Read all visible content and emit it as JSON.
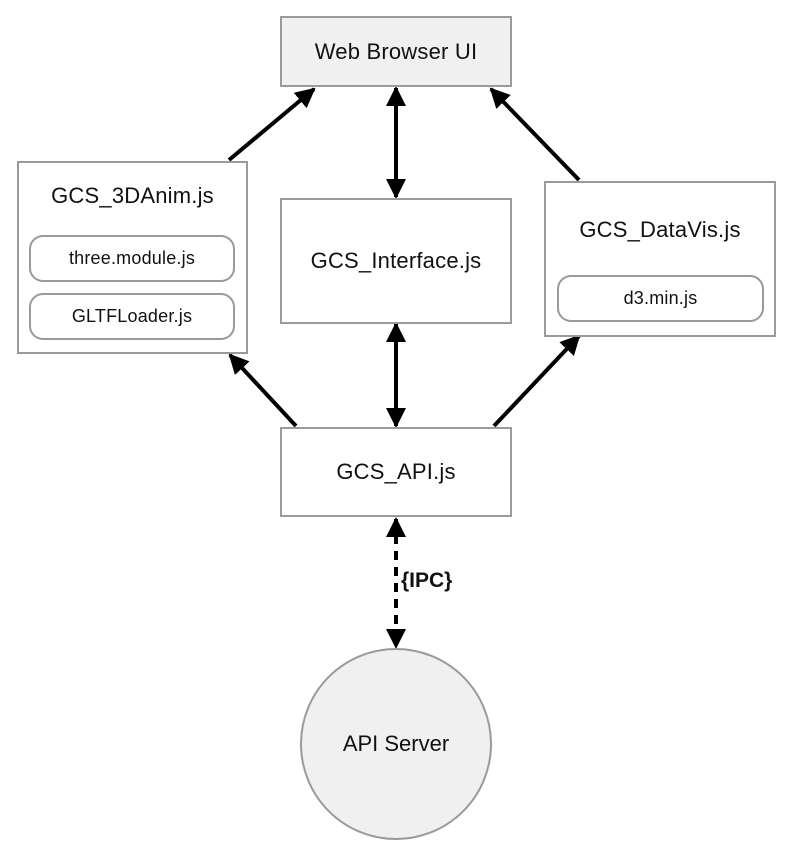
{
  "nodes": {
    "browser_ui": "Web Browser UI",
    "anim3d": {
      "title": "GCS_3DAnim.js",
      "libs": [
        "three.module.js",
        "GLTFLoader.js"
      ]
    },
    "interface": "GCS_Interface.js",
    "datavis": {
      "title": "GCS_DataVis.js",
      "libs": [
        "d3.min.js"
      ]
    },
    "api": "GCS_API.js",
    "server": "API Server"
  },
  "edges": [
    {
      "from": "GCS_3DAnim.js",
      "to": "Web Browser UI",
      "style": "solid",
      "direction": "forward"
    },
    {
      "from": "GCS_Interface.js",
      "to": "Web Browser UI",
      "style": "solid",
      "direction": "both"
    },
    {
      "from": "GCS_DataVis.js",
      "to": "Web Browser UI",
      "style": "solid",
      "direction": "forward"
    },
    {
      "from": "GCS_API.js",
      "to": "GCS_3DAnim.js",
      "style": "solid",
      "direction": "forward"
    },
    {
      "from": "GCS_API.js",
      "to": "GCS_Interface.js",
      "style": "solid",
      "direction": "both"
    },
    {
      "from": "GCS_API.js",
      "to": "GCS_DataVis.js",
      "style": "solid",
      "direction": "forward"
    },
    {
      "from": "GCS_API.js",
      "to": "API Server",
      "style": "dashed",
      "direction": "both",
      "label": "{IPC}"
    }
  ],
  "colors": {
    "border": "#9a9a9a",
    "fill_gray": "#f0f0f0",
    "arrow": "#000000"
  }
}
